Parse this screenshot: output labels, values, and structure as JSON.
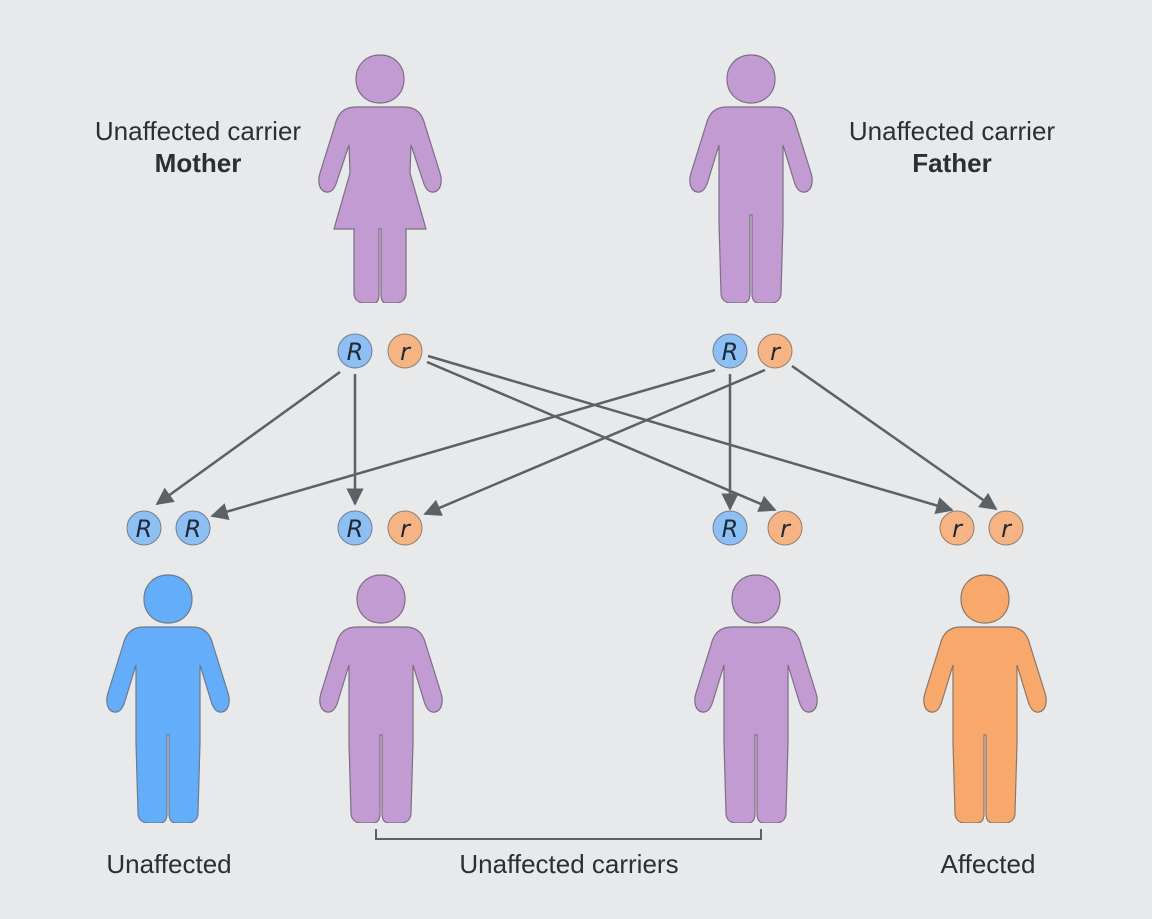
{
  "colors": {
    "background": "#e8e9eb",
    "carrier": "#c39bd3",
    "unaffected": "#63adfb",
    "affected": "#f9a86c",
    "allele_dominant": "#8ebff4",
    "allele_recessive": "#f6b485",
    "outline": "#7b6f83",
    "arrow": "#5b6165"
  },
  "parents": {
    "mother": {
      "status": "Unaffected carrier",
      "role": "Mother",
      "icon": "female-figure-icon",
      "alleles": [
        "R",
        "r"
      ]
    },
    "father": {
      "status": "Unaffected carrier",
      "role": "Father",
      "icon": "male-figure-icon",
      "alleles": [
        "R",
        "r"
      ]
    }
  },
  "children": [
    {
      "alleles": [
        "R",
        "R"
      ],
      "phenotype": "unaffected",
      "icon": "child-figure-icon"
    },
    {
      "alleles": [
        "R",
        "r"
      ],
      "phenotype": "carrier",
      "icon": "child-figure-icon"
    },
    {
      "alleles": [
        "R",
        "r"
      ],
      "phenotype": "carrier",
      "icon": "child-figure-icon"
    },
    {
      "alleles": [
        "r",
        "r"
      ],
      "phenotype": "affected",
      "icon": "child-figure-icon"
    }
  ],
  "captions": {
    "unaffected": "Unaffected",
    "carriers": "Unaffected carriers",
    "affected": "Affected"
  }
}
